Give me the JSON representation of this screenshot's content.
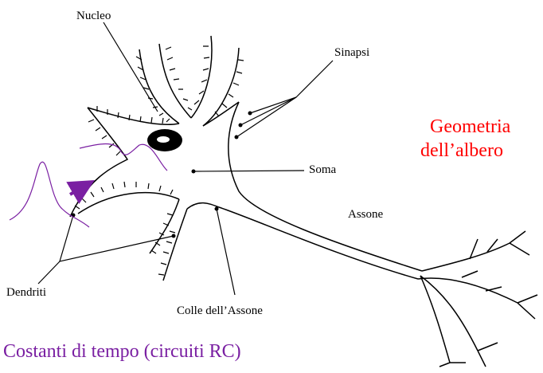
{
  "labels": {
    "nucleo": "Nucleo",
    "sinapsi": "Sinapsi",
    "soma": "Soma",
    "assone": "Assone",
    "dendriti": "Dendriti",
    "colle": "Colle dell’Assone"
  },
  "notes": {
    "geometria_line1": "Geometria",
    "geometria_line2": "dell’albero",
    "costanti": "Costanti di tempo (circuiti RC)"
  },
  "colors": {
    "ink": "#000000",
    "accent_red": "#ff0000",
    "accent_purple": "#7a1fa2",
    "background": "#ffffff"
  }
}
